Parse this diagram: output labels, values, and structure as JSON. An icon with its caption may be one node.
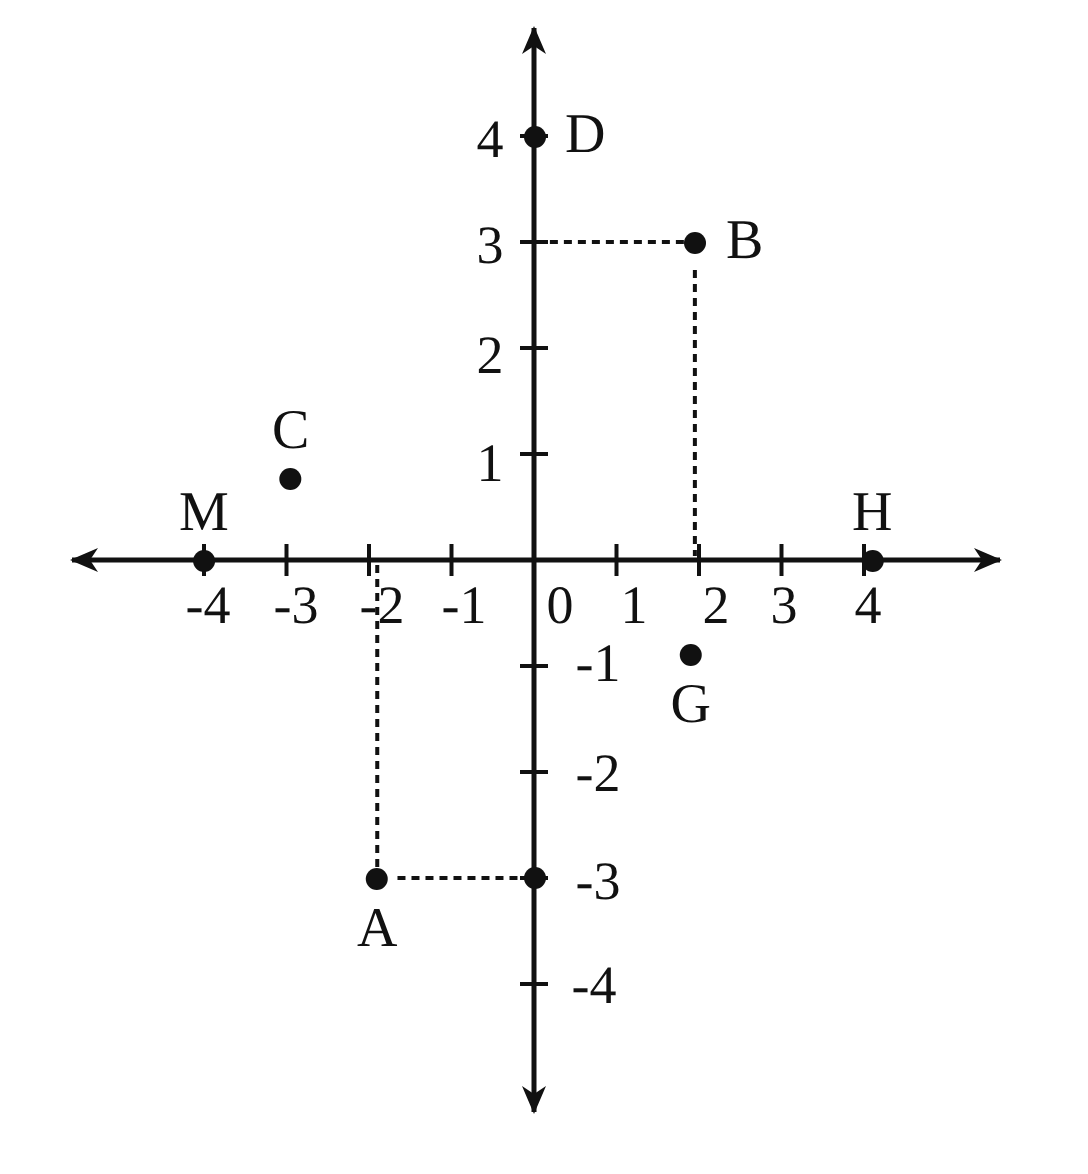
{
  "diagram": {
    "nodes": [
      {
        "text": [
          "D"
        ]
      },
      {
        "text": [
          "B"
        ]
      },
      {
        "text": [
          "C"
        ]
      },
      {
        "text": [
          "M"
        ]
      },
      {
        "text": [
          "H"
        ]
      },
      {
        "text": [
          "G"
        ]
      },
      {
        "text": [
          "A"
        ]
      },
      {
        "text": [],
        "shape": "circle"
      }
    ],
    "edges": [
      {
        "from": 6,
        "to": 7,
        "arrow": "none",
        "style": "dashed"
      },
      {
        "from": 1,
        "to": null,
        "arrow": "none",
        "style": "dashed"
      },
      {
        "from": 1,
        "to": null,
        "arrow": "none",
        "style": "dashed"
      },
      {
        "from": 6,
        "to": null,
        "arrow": "none",
        "style": "dashed"
      }
    ],
    "labels": [
      "4",
      "3",
      "2",
      "1",
      "-4",
      "-3",
      "-2",
      "-1",
      "0",
      "1",
      "2",
      "3",
      "4",
      "-1",
      "-2",
      "-3",
      "-4"
    ]
  }
}
